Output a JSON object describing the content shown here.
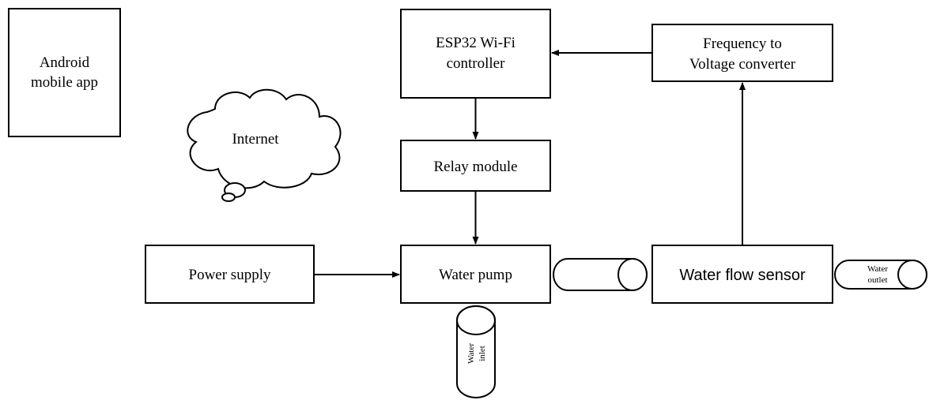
{
  "diagram": {
    "android_app": {
      "line1": "Android",
      "line2": "mobile app"
    },
    "internet": {
      "label": "Internet"
    },
    "esp32": {
      "line1": "ESP32 Wi-Fi",
      "line2": "controller"
    },
    "freq_converter": {
      "line1": "Frequency to",
      "line2": "Voltage converter"
    },
    "relay": {
      "label": "Relay module"
    },
    "power_supply": {
      "label": "Power supply"
    },
    "water_pump": {
      "label": "Water pump"
    },
    "flow_sensor": {
      "label": "Water flow sensor"
    },
    "water_outlet": {
      "line1": "Water",
      "line2": "outlet"
    },
    "water_inlet": {
      "line1": "Water",
      "line2": "inlet"
    }
  }
}
